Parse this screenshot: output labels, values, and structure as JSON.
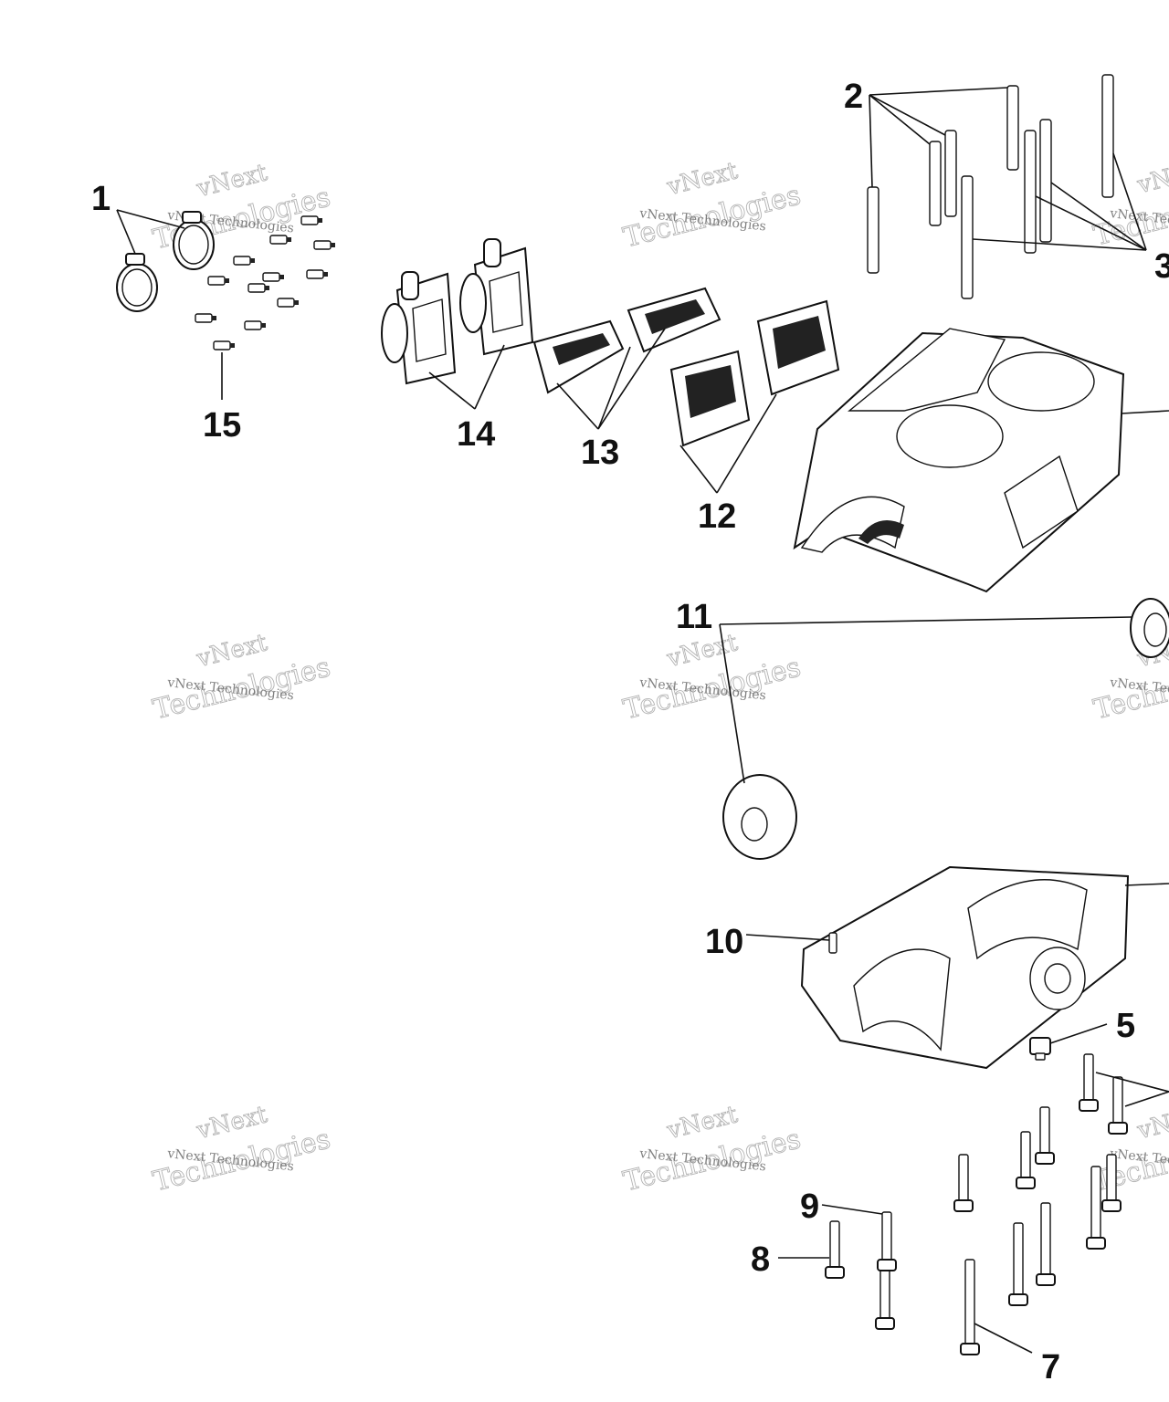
{
  "colors": {
    "ink": "#111111",
    "watermark": "#9a9a9a",
    "background": "#ffffff"
  },
  "callouts": {
    "c1": "1",
    "c2": "2",
    "c3": "3",
    "c5": "5",
    "c7": "7",
    "c8": "8",
    "c9": "9",
    "c10": "10",
    "c11": "11",
    "c12": "12",
    "c13": "13",
    "c14": "14",
    "c15": "15"
  },
  "watermark": {
    "brand": "vNext",
    "line": "vNext Technologies",
    "word": "Technologies"
  }
}
